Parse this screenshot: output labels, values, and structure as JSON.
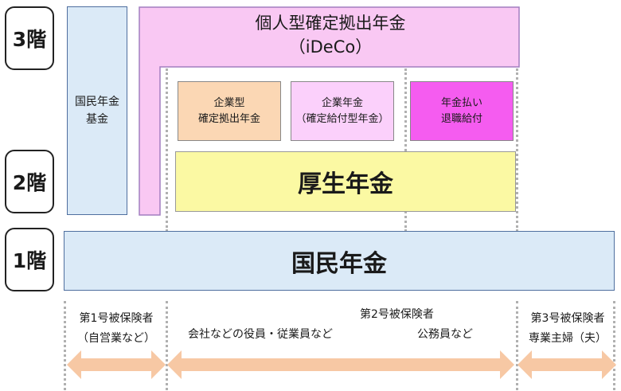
{
  "floors": {
    "third": "3階",
    "second": "2階",
    "first": "1階"
  },
  "boxes": {
    "kokumin_nenkin_kikin": [
      "国民年金",
      "基金"
    ],
    "ideco": [
      "個人型確定拠出年金",
      "（iDeCo）"
    ],
    "kigyougata": [
      "企業型",
      "確定拠出年金"
    ],
    "kigyou_nenkin": [
      "企業年金",
      "（確定給付型年金）"
    ],
    "nenkin_barai": [
      "年金払い",
      "退職給付"
    ],
    "kousei_nenkin": "厚生年金",
    "kokumin_nenkin": "国民年金"
  },
  "insured": {
    "group1": [
      "第1号被保険者",
      "（自営業など）"
    ],
    "group2_title": "第2号被保険者",
    "group2_company": "会社などの役員・従業員など",
    "group2_public": "公務員など",
    "group3": [
      "第3号被保険者",
      "専業主婦（夫）"
    ]
  },
  "colors": {
    "kokumin": "#dbeaf7",
    "ideco": "#f9c8f3",
    "kigyougata": "#fbd7b4",
    "kigyou_nenkin": "#fbd0fb",
    "nenkin_barai": "#f55cf0",
    "kousei": "#fbf9a3",
    "arrow": "#f7c8a4"
  }
}
